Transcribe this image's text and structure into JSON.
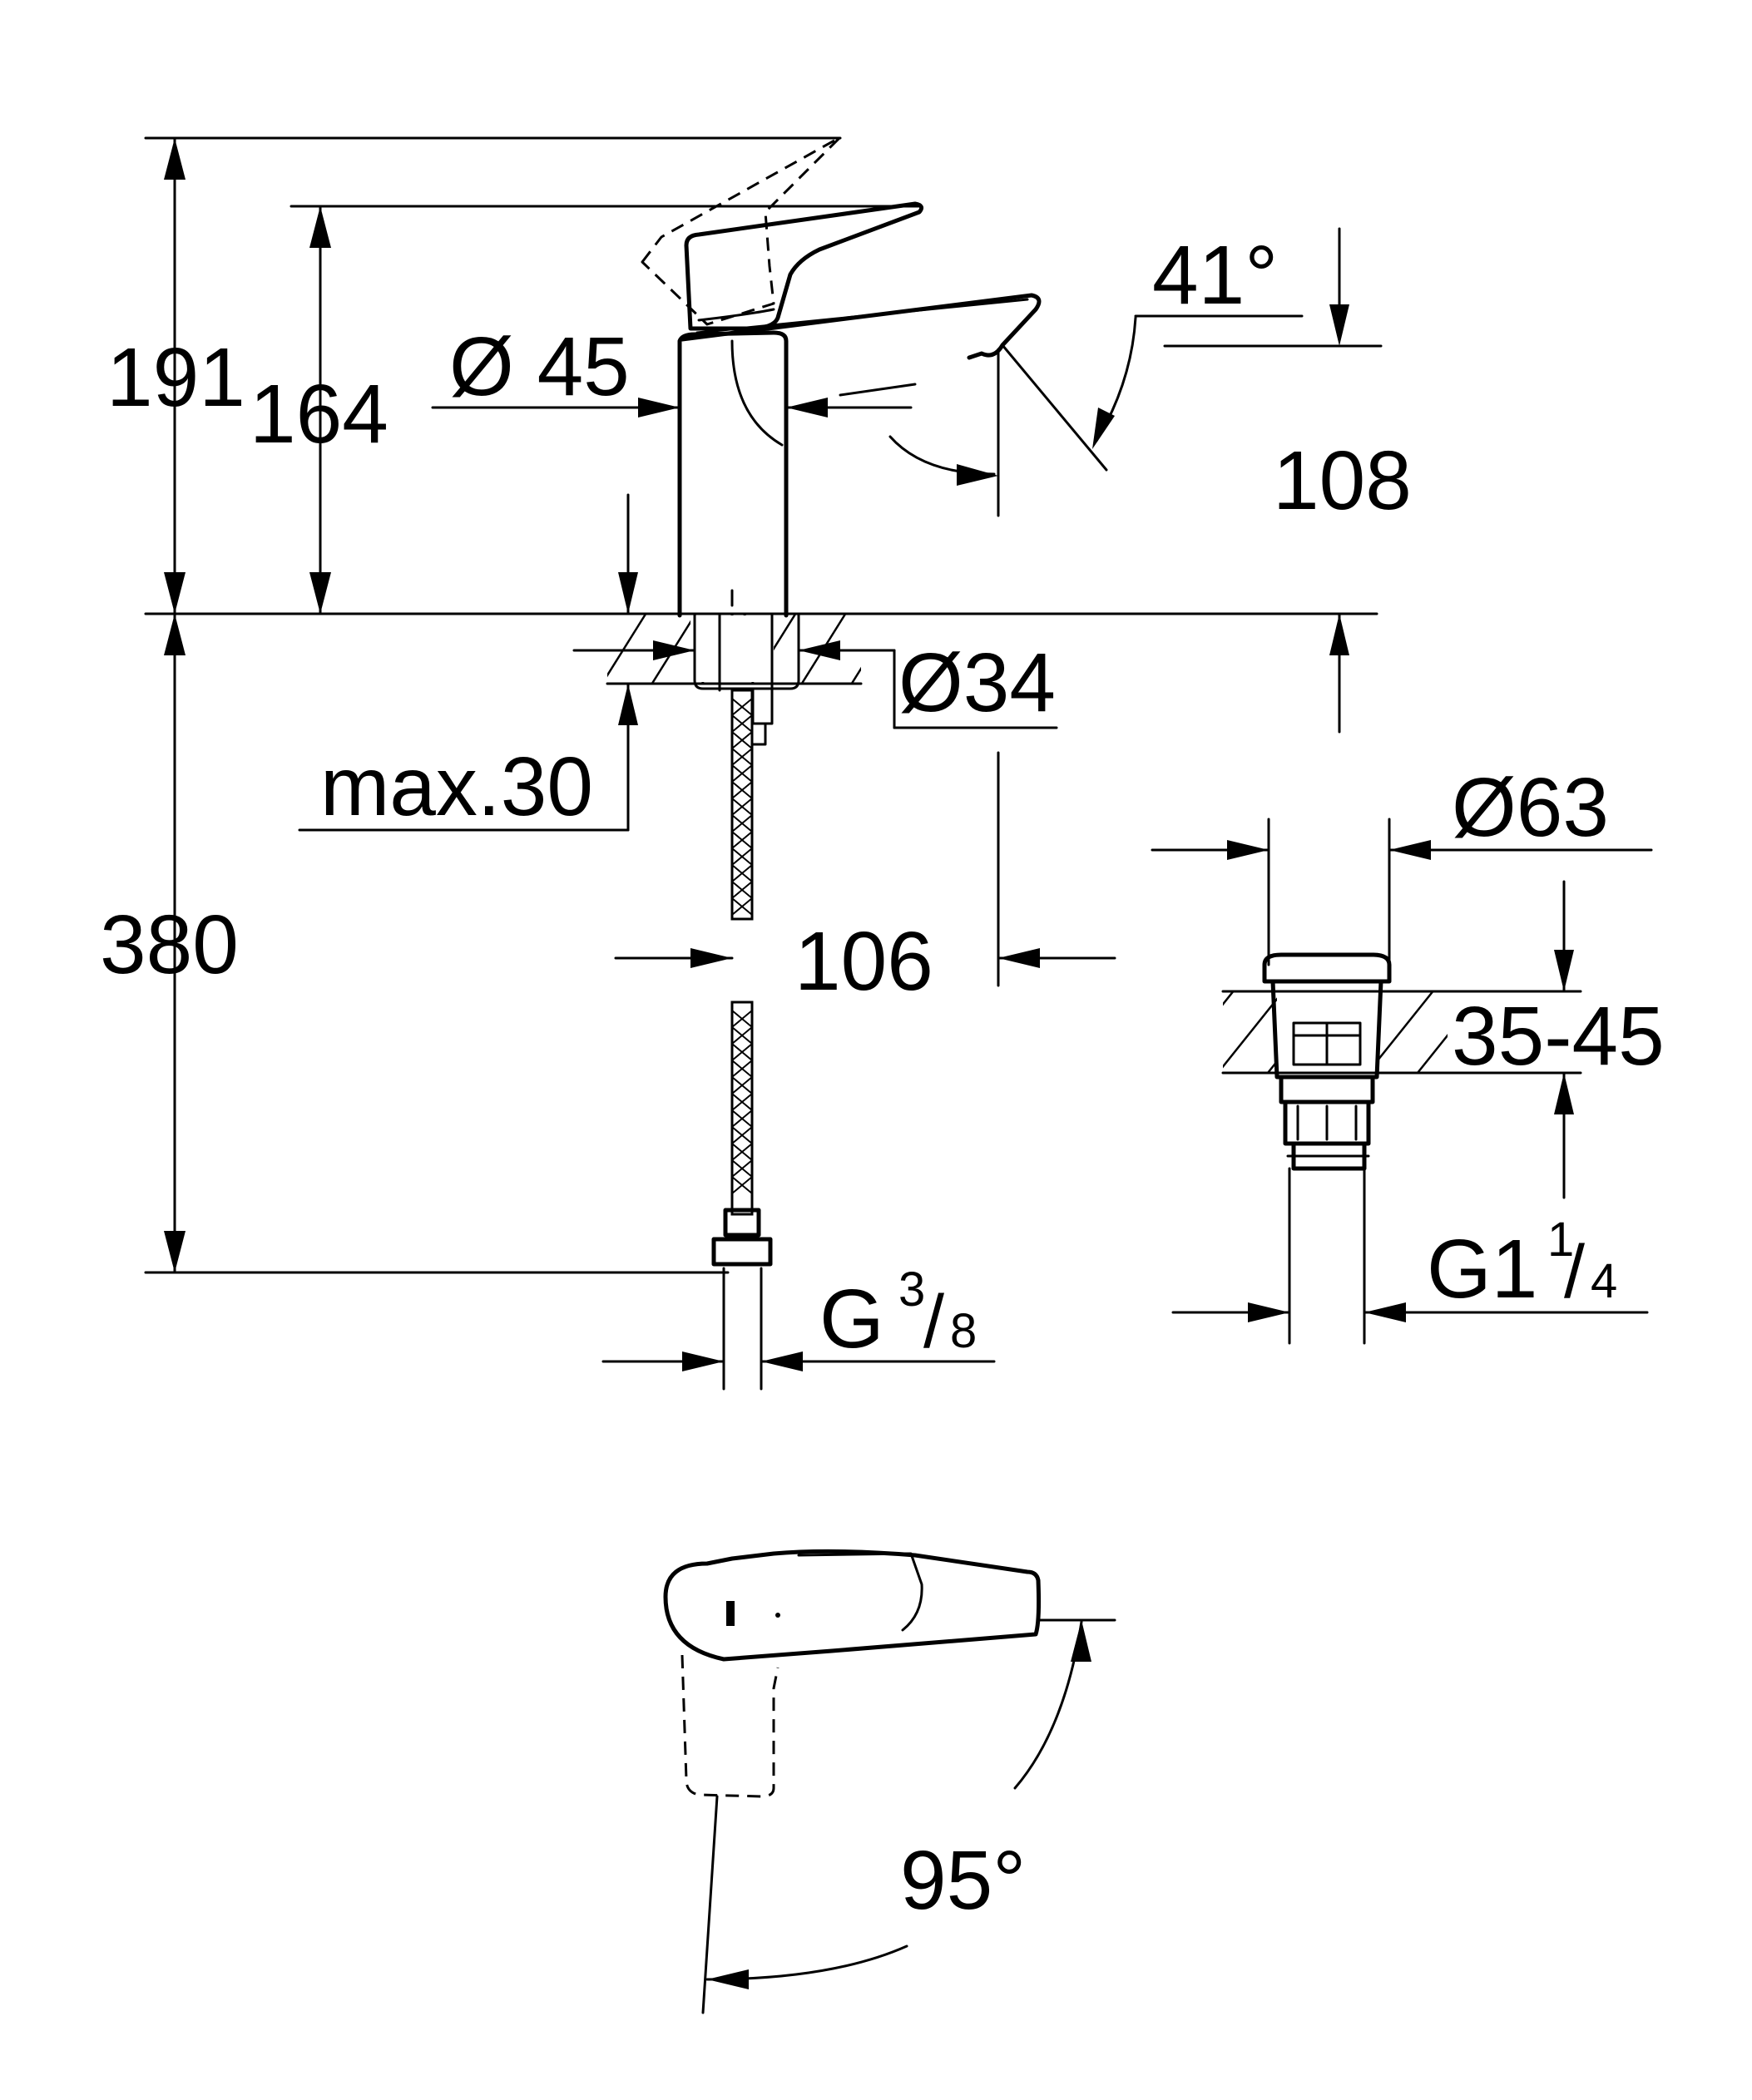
{
  "dimensions": {
    "total_height": "191",
    "spout_height": "164",
    "body_diameter": "Ø 45",
    "lever_angle": "41°",
    "spout_reach": "108",
    "mounting_hole": "Ø34",
    "max_thickness": "max.30",
    "hose_length": "380",
    "hose_reach": "106",
    "connection_thread_main": "G",
    "connection_thread_num": "3",
    "connection_thread_den": "8",
    "waste_diameter": "Ø63",
    "waste_thickness": "35-45",
    "waste_thread_main": "G1",
    "waste_thread_num": "1",
    "waste_thread_den": "4",
    "rotation_angle": "95°"
  }
}
